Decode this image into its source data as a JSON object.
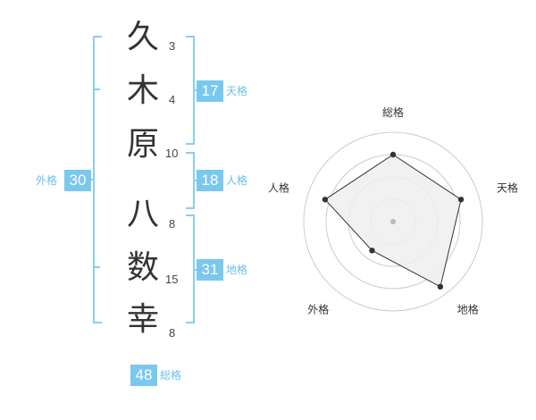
{
  "name": {
    "characters": [
      {
        "char": "久",
        "strokes": "3"
      },
      {
        "char": "木",
        "strokes": "4"
      },
      {
        "char": "原",
        "strokes": "10"
      },
      {
        "char": "八",
        "strokes": "8"
      },
      {
        "char": "数",
        "strokes": "15"
      },
      {
        "char": "幸",
        "strokes": "8"
      }
    ]
  },
  "fortunes": {
    "tenkaku": {
      "label": "天格",
      "value": "17"
    },
    "jinkaku": {
      "label": "人格",
      "value": "18"
    },
    "chikaku": {
      "label": "地格",
      "value": "31"
    },
    "gaikaku": {
      "label": "外格",
      "value": "30"
    },
    "soukaku": {
      "label": "総格",
      "value": "48"
    }
  },
  "chart_data": {
    "type": "radar",
    "axes": [
      "総格",
      "天格",
      "地格",
      "外格",
      "人格"
    ],
    "values": [
      0.75,
      0.8,
      0.9,
      0.4,
      0.8
    ],
    "range": [
      0,
      1
    ],
    "rings": 4,
    "colors": {
      "fill": "#eeeeee",
      "line": "#333333",
      "ring": "#cccccc",
      "center": "#bbbbbb"
    }
  }
}
